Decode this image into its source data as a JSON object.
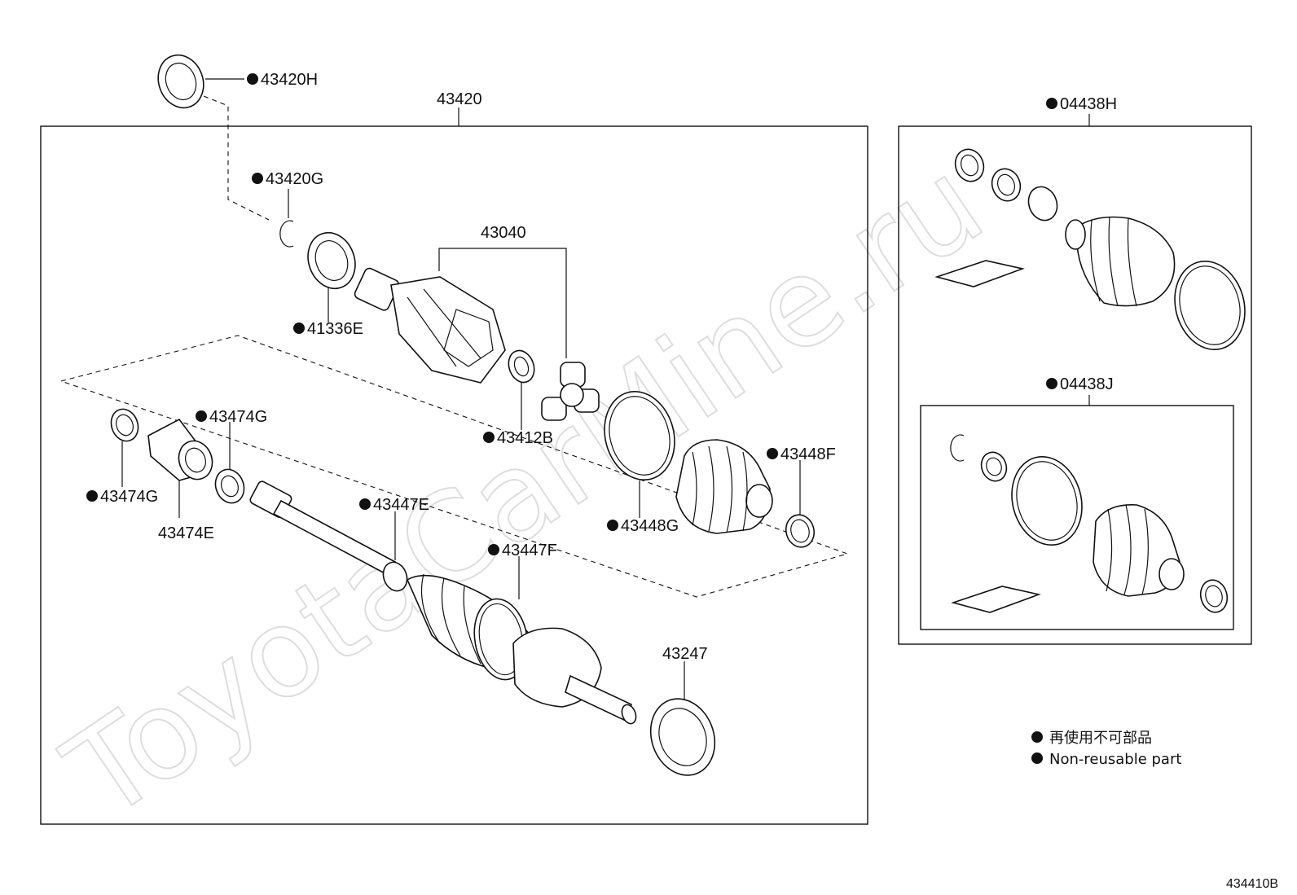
{
  "watermark": "ToyotaCarMine.ru",
  "diagram_code": "434410B",
  "labels": {
    "l43420H": "43420H",
    "l43420": "43420",
    "l43420G": "43420G",
    "l43040": "43040",
    "l41336E": "41336E",
    "l43474G_top": "43474G",
    "l43474G_left": "43474G",
    "l43474E": "43474E",
    "l43412B": "43412B",
    "l43448F": "43448F",
    "l43448G": "43448G",
    "l43447E": "43447E",
    "l43447F": "43447F",
    "l43247": "43247",
    "l04438H": "04438H",
    "l04438J": "04438J"
  },
  "legend": {
    "jp": "再使用不可部品",
    "en": "Non-reusable part"
  },
  "colors": {
    "line": "#111111",
    "watermark": "#dddddd"
  }
}
